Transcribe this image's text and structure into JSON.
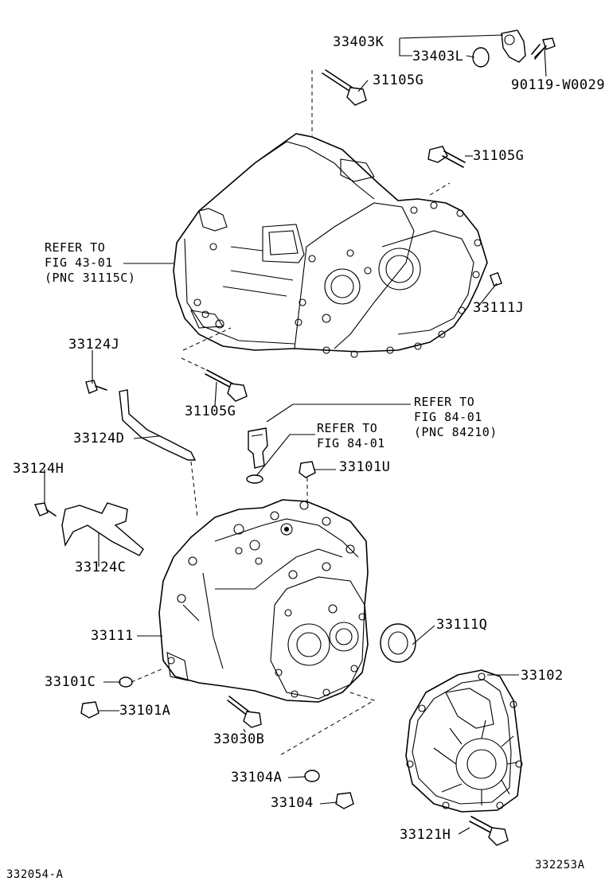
{
  "parts": {
    "p33403K": "33403K",
    "p33403L": "33403L",
    "p90119": "90119-W0029",
    "p31105G_a": "31105G",
    "p31105G_b": "31105G",
    "p31105G_c": "31105G",
    "p33111J": "33111J",
    "p33124J": "33124J",
    "p33124D": "33124D",
    "p33124H": "33124H",
    "p33124C": "33124C",
    "p33101U": "33101U",
    "p33111": "33111",
    "p33111Q": "33111Q",
    "p33101C": "33101C",
    "p33101A": "33101A",
    "p33102": "33102",
    "p33030B": "33030B",
    "p33104A": "33104A",
    "p33104": "33104",
    "p33121H": "33121H"
  },
  "refs": {
    "ref_fig43": "REFER TO\nFIG 43-01\n(PNC 31115C)",
    "ref_fig84_pnc": "REFER TO\nFIG 84-01\n(PNC 84210)",
    "ref_fig84": "REFER TO\nFIG 84-01"
  },
  "footer": {
    "left_code": "332054-A",
    "right_code": "332253A"
  }
}
